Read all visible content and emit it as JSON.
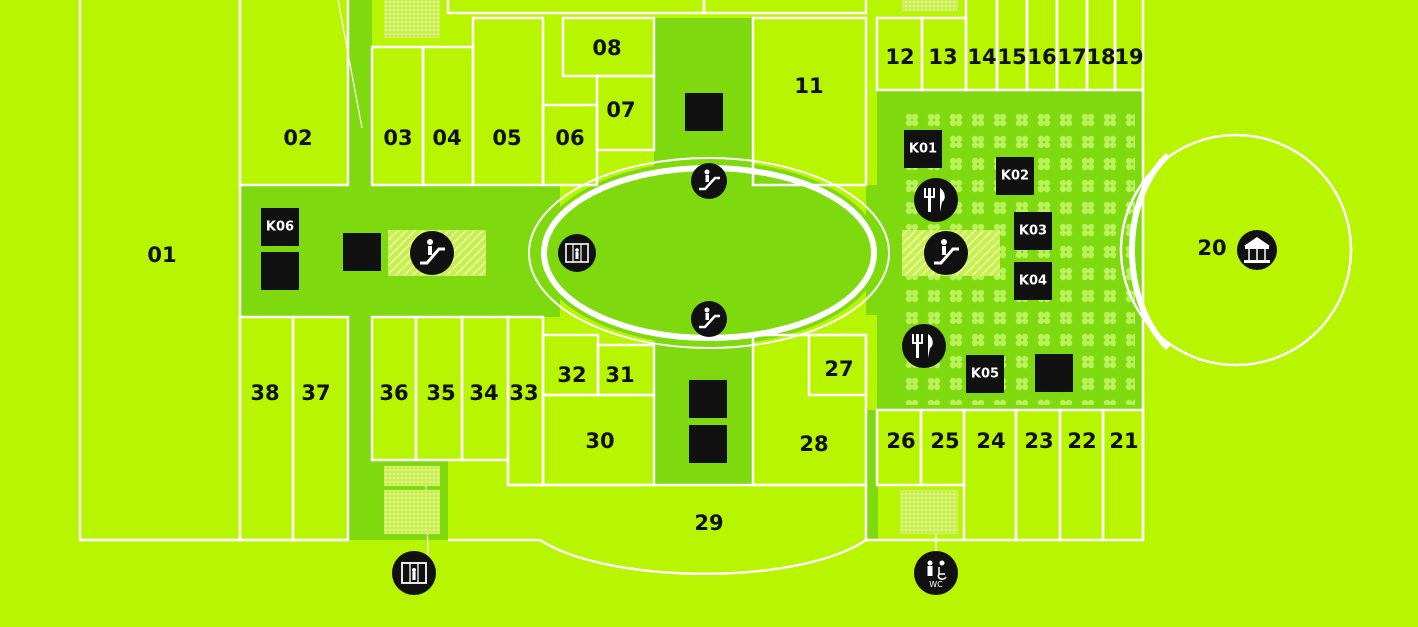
{
  "colors": {
    "background": "#b8f500",
    "corridor": "#7ed90f",
    "wall": "#ffffff",
    "black": "#111111"
  },
  "units": {
    "u01": "01",
    "u02": "02",
    "u03": "03",
    "u04": "04",
    "u05": "05",
    "u06": "06",
    "u07": "07",
    "u08": "08",
    "u11": "11",
    "u12": "12",
    "u13": "13",
    "u14": "14",
    "u15": "15",
    "u16": "16",
    "u17": "17",
    "u18": "18",
    "u19": "19",
    "u20": "20",
    "u21": "21",
    "u22": "22",
    "u23": "23",
    "u24": "24",
    "u25": "25",
    "u26": "26",
    "u27": "27",
    "u28": "28",
    "u29": "29",
    "u30": "30",
    "u31": "31",
    "u32": "32",
    "u33": "33",
    "u34": "34",
    "u35": "35",
    "u36": "36",
    "u37": "37",
    "u38": "38"
  },
  "kiosks": {
    "k01": "K01",
    "k02": "K02",
    "k03": "K03",
    "k04": "K04",
    "k05": "K05",
    "k06": "K06"
  },
  "icons": {
    "escalator": "escalator-icon",
    "elevator": "elevator-icon",
    "restaurant": "restaurant-icon",
    "carousel": "carousel-icon",
    "restroom": "restroom-icon"
  },
  "restroom_label": "WC"
}
